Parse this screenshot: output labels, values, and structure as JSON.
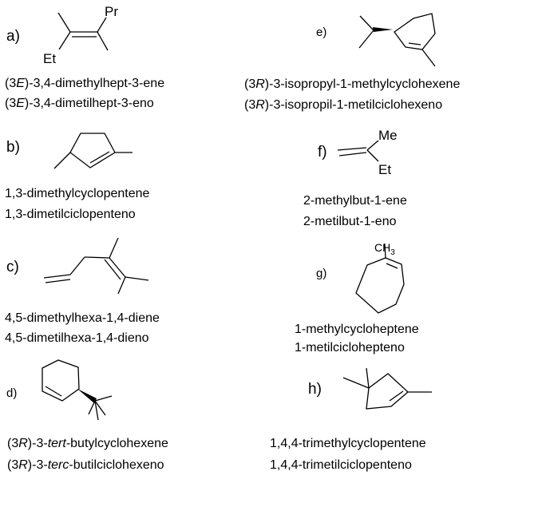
{
  "entries": [
    {
      "label": "a)",
      "en": [
        "(3",
        "E",
        ")-3,4-dimethylhept-3-ene"
      ],
      "es": [
        "(3",
        "E",
        ")-3,4-dimetilhept-3-eno"
      ],
      "atoms": [
        "Pr",
        "Et"
      ]
    },
    {
      "label": "b)",
      "en": "1,3-dimethylcyclopentene",
      "es": "1,3-dimetilciclopenteno"
    },
    {
      "label": "c)",
      "en": "4,5-dimethylhexa-1,4-diene",
      "es": "4,5-dimetilhexa-1,4-dieno"
    },
    {
      "label": "d)",
      "en": [
        "(3",
        "R",
        ")-3-",
        "tert",
        "-butylcyclohexene"
      ],
      "es": [
        "(3",
        "R",
        ")-3-",
        "terc",
        "-butilciclohexeno"
      ]
    },
    {
      "label": "e)",
      "en": [
        "(3",
        "R",
        ")-3-isopropyl-1-methylcyclohexene"
      ],
      "es": [
        "(3",
        "R",
        ")-3-isopropil-1-metilciclohexeno"
      ]
    },
    {
      "label": "f)",
      "en": "2-methylbut-1-ene",
      "es": "2-metilbut-1-eno",
      "atoms": [
        "Me",
        "Et"
      ]
    },
    {
      "label": "g)",
      "en": "1-methylcycloheptene",
      "es": "1-metilciclohepteno",
      "atoms": [
        "CH",
        "3"
      ]
    },
    {
      "label": "h)",
      "en": "1,4,4-trimethylcyclopentene",
      "es": "1,4,4-trimetilciclopenteno"
    }
  ]
}
